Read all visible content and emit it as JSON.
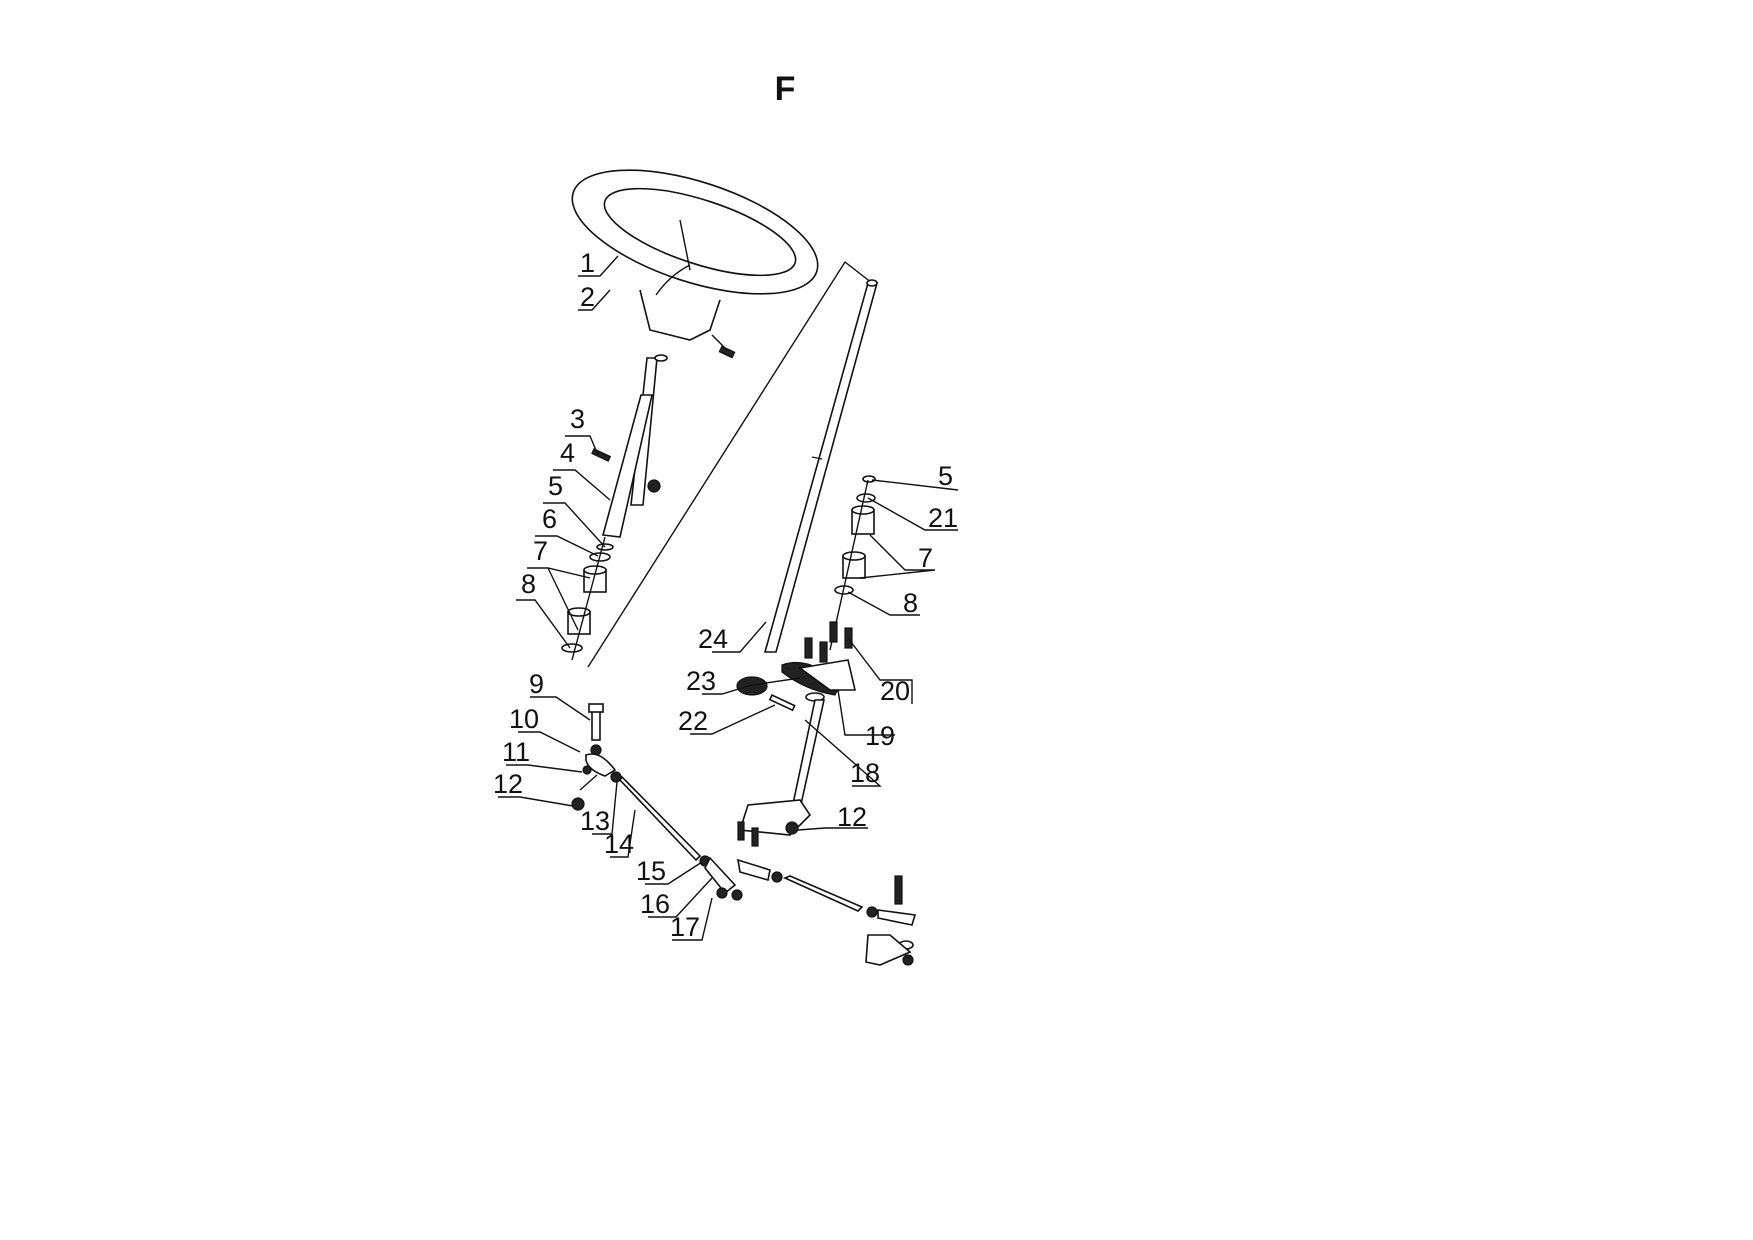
{
  "page": {
    "section_letter": "F"
  },
  "callouts": {
    "c1": "1",
    "c2": "2",
    "c3": "3",
    "c4": "4",
    "c5a": "5",
    "c6": "6",
    "c7a": "7",
    "c8a": "8",
    "c5b": "5",
    "c21": "21",
    "c7b": "7",
    "c8b": "8",
    "c24": "24",
    "c23": "23",
    "c20": "20",
    "c22": "22",
    "c19": "19",
    "c9": "9",
    "c10": "10",
    "c11": "11",
    "c12a": "12",
    "c18": "18",
    "c12b": "12",
    "c13": "13",
    "c14": "14",
    "c15": "15",
    "c16": "16",
    "c17": "17"
  }
}
